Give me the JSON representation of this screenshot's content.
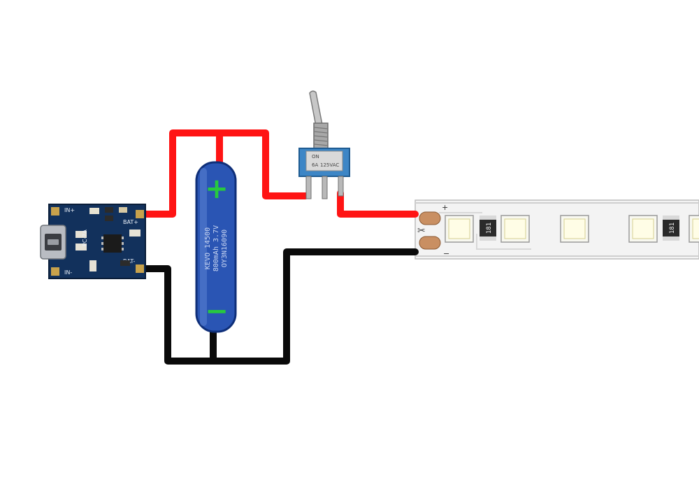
{
  "colors": {
    "background": "#ffffff",
    "positive_wire": "#ff1414",
    "negative_wire": "#0a0a0a",
    "charger_board": "#12315c",
    "battery_body": "#2a55b4",
    "battery_sign": "#27c93f",
    "switch_body": "#3d86c6",
    "led_strip": "#f3f3f3",
    "led_chip": "#fffde6"
  },
  "charger": {
    "in_plus": "IN+",
    "in_minus": "IN-",
    "bat_plus": "BAT+",
    "bat_minus": "BAT-",
    "chip_label": "PC-7A"
  },
  "battery": {
    "plus_sign": "+",
    "minus_sign": "−",
    "line1": "KEVO 14500",
    "line2": "800mAh 3.7V",
    "line3": "OY3N16090"
  },
  "switch": {
    "on": "ON",
    "rating_current": "6A",
    "rating_voltage": "125VAC"
  },
  "led_strip": {
    "plus": "+",
    "minus": "−",
    "resistor_code": "181"
  }
}
